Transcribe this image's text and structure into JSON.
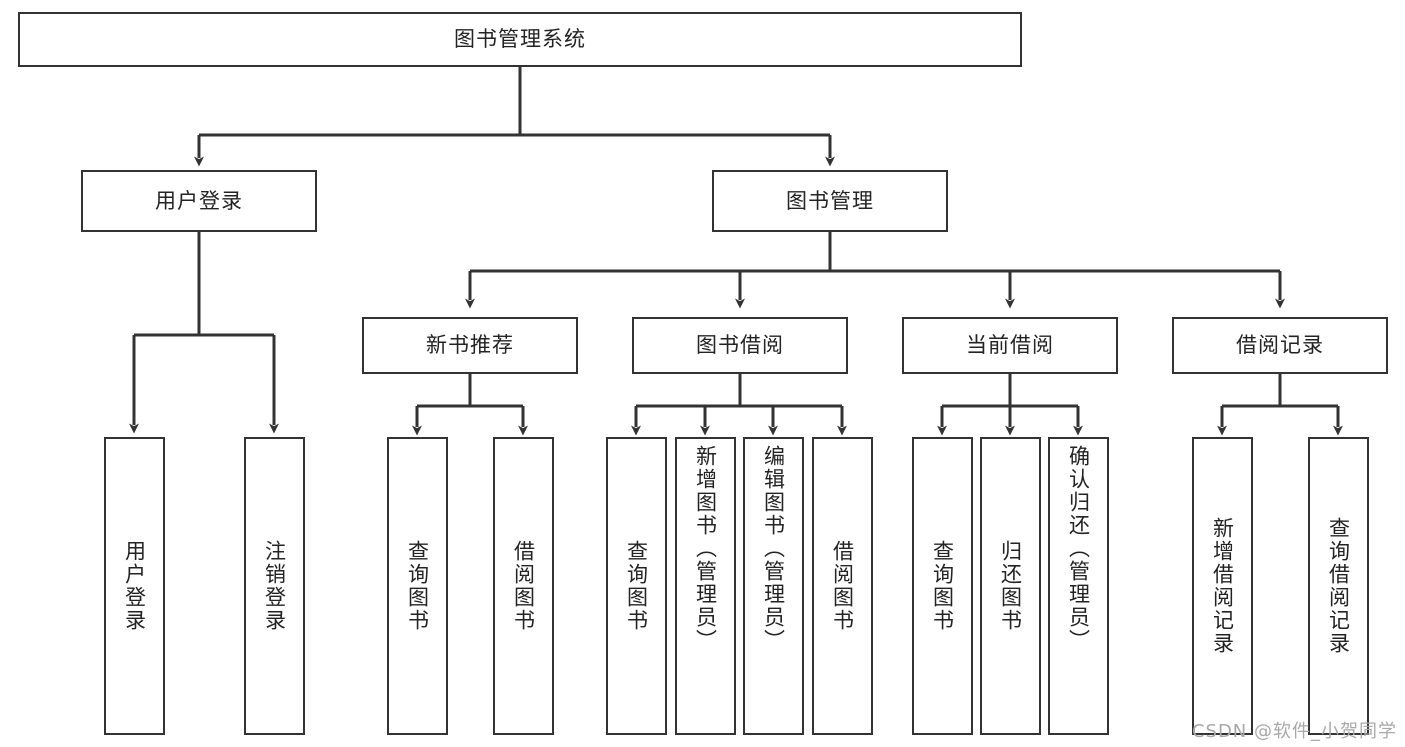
{
  "diagram": {
    "type": "tree",
    "title": "图书管理系统",
    "watermark": "CSDN @软件_小贺同学",
    "colors": {
      "box_border": "#333333",
      "box_fill": "#ffffff",
      "connector": "#333333",
      "text": "#232323",
      "watermark": "#a8a8a8"
    },
    "levels": {
      "root": {
        "label": "图书管理系统"
      },
      "modules": [
        {
          "label": "用户登录"
        },
        {
          "label": "图书管理"
        }
      ],
      "submodules": [
        {
          "label": "新书推荐"
        },
        {
          "label": "图书借阅"
        },
        {
          "label": "当前借阅"
        },
        {
          "label": "借阅记录"
        }
      ],
      "leaves": {
        "user_login": [
          {
            "label": "用户登录"
          },
          {
            "label": "注销登录"
          }
        ],
        "new_book_recommend": [
          {
            "label": "查询图书"
          },
          {
            "label": "借阅图书"
          }
        ],
        "book_borrow": [
          {
            "label": "查询图书"
          },
          {
            "label": "新增图书（管理员）"
          },
          {
            "label": "编辑图书（管理员）"
          },
          {
            "label": "借阅图书"
          }
        ],
        "current_borrow": [
          {
            "label": "查询图书"
          },
          {
            "label": "归还图书"
          },
          {
            "label": "确认归还（管理员）"
          }
        ],
        "borrow_record": [
          {
            "label": "新增借阅记录"
          },
          {
            "label": "查询借阅记录"
          }
        ]
      }
    }
  }
}
